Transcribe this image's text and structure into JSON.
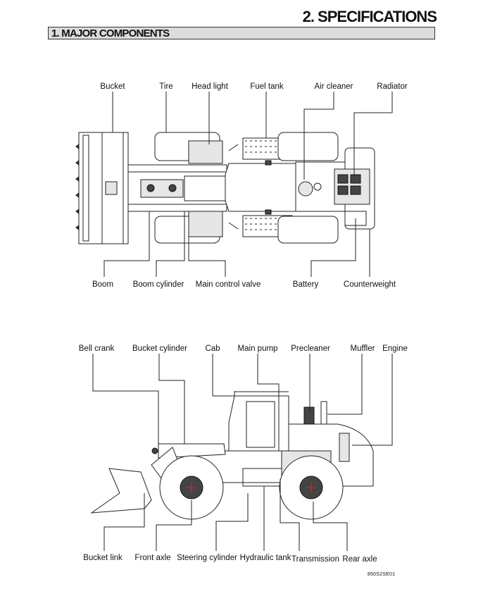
{
  "header": {
    "chapter_title": "2. SPECIFICATIONS",
    "section_title": "1. MAJOR COMPONENTS"
  },
  "top_view": {
    "labels_top": [
      "Bucket",
      "Tire",
      "Head light",
      "Fuel tank",
      "Air cleaner",
      "Radiator"
    ],
    "labels_bottom": [
      "Boom",
      "Boom cylinder",
      "Main control valve",
      "Battery",
      "Counterweight"
    ]
  },
  "side_view": {
    "labels_top": [
      "Bell crank",
      "Bucket cylinder",
      "Cab",
      "Main pump",
      "Precleaner",
      "Muffler",
      "Engine"
    ],
    "labels_bottom": [
      "Bucket link",
      "Front axle",
      "Steering cylinder",
      "Hydraulic tank",
      "Transmission",
      "Rear axle"
    ]
  },
  "figure_code": "850S2SE01"
}
